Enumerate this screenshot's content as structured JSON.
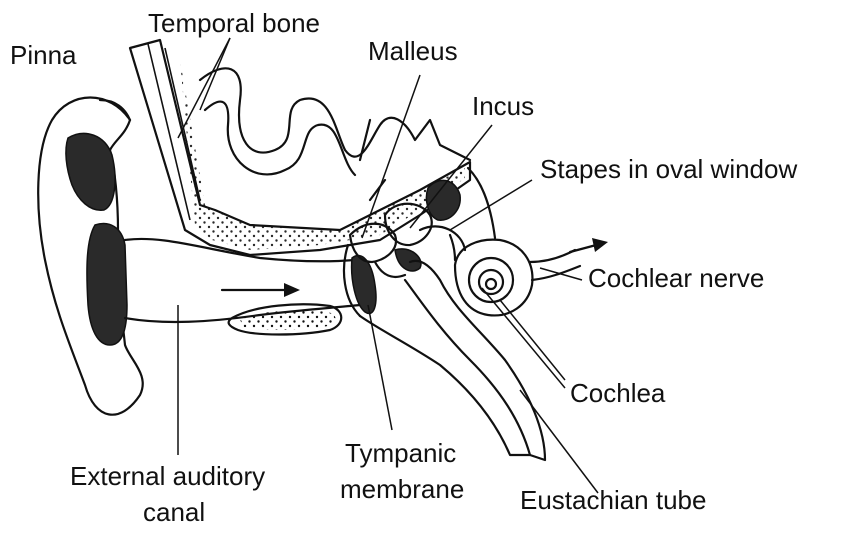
{
  "diagram": {
    "labels": {
      "pinna": "Pinna",
      "temporal_bone": "Temporal bone",
      "malleus": "Malleus",
      "incus": "Incus",
      "stapes": "Stapes in oval window",
      "cochlear_nerve": "Cochlear nerve",
      "cochlea": "Cochlea",
      "ext_canal_line1": "External auditory",
      "ext_canal_line2": "canal",
      "tympanic_line1": "Tympanic",
      "tympanic_line2": "membrane",
      "eustachian": "Eustachian tube"
    }
  }
}
